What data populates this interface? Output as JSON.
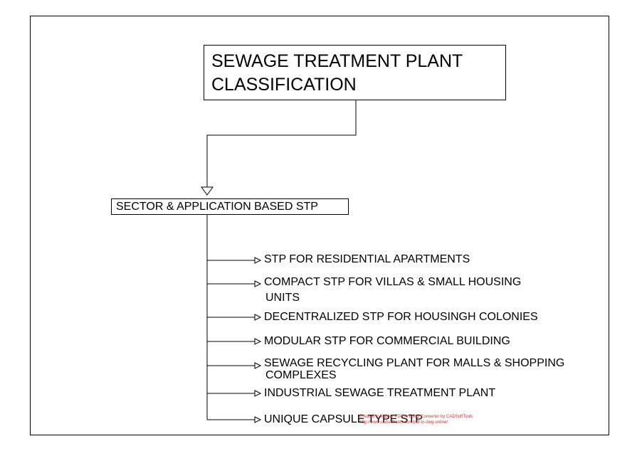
{
  "title": {
    "line1": "SEWAGE TREATMENT PLANT",
    "line2": "CLASSIFICATION"
  },
  "sector": "SECTOR & APPLICATION BASED STP",
  "items": [
    {
      "line1": "STP FOR RESIDENTIAL APARTMENTS"
    },
    {
      "line1": "COMPACT STP FOR VILLAS & SMALL HOUSING",
      "line2": "UNITS"
    },
    {
      "line1": "DECENTRALIZED STP FOR HOUSINGH COLONIES"
    },
    {
      "line1": "MODULAR STP FOR COMMERCIAL BUILDING"
    },
    {
      "line1": "SEWAGE RECYCLING PLANT FOR MALLS & SHOPPING",
      "line2": "COMPLEXES"
    },
    {
      "line1": "INDUSTRIAL SEWAGE TREATMENT PLANT"
    },
    {
      "line1": "UNIQUE CAPSULE TYPE STP"
    }
  ],
  "watermark": {
    "line1": "Created in Master PDF to DWG Converter by CADSoftTools",
    "line2": "http://www.cadsofttools.com/pdf-to-dwg-online/"
  }
}
